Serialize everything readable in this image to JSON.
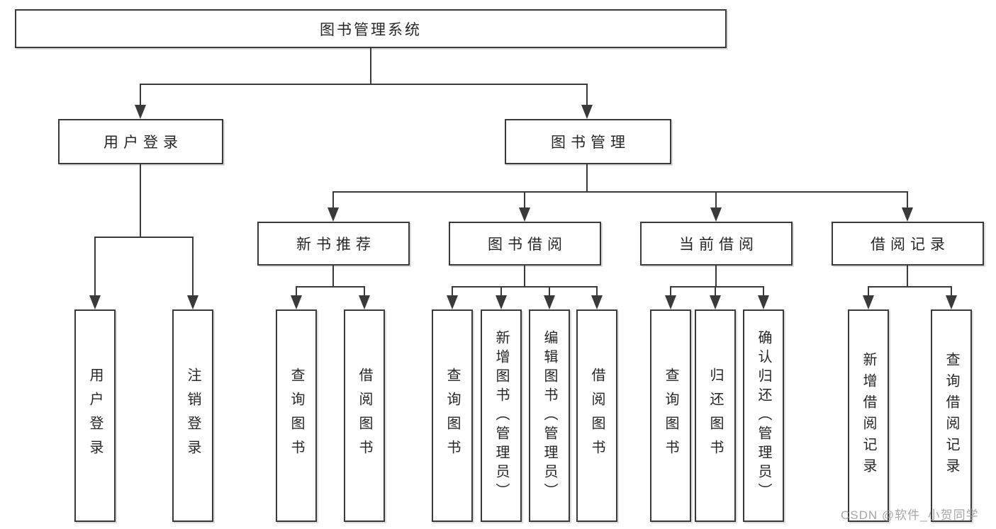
{
  "tree": {
    "root": {
      "label": "图书管理系统"
    },
    "level2": [
      {
        "label": "用户登录"
      },
      {
        "label": "图书管理"
      }
    ],
    "level3": [
      {
        "label": "新书推荐"
      },
      {
        "label": "图书借阅"
      },
      {
        "label": "当前借阅"
      },
      {
        "label": "借阅记录"
      }
    ],
    "leaves": [
      {
        "label": "用户登录"
      },
      {
        "label": "注销登录"
      },
      {
        "label": "查询图书"
      },
      {
        "label": "借阅图书"
      },
      {
        "label": "查询图书"
      },
      {
        "label": "新增图书（管理员）"
      },
      {
        "label": "编辑图书（管理员）"
      },
      {
        "label": "借阅图书"
      },
      {
        "label": "查询图书"
      },
      {
        "label": "归还图书"
      },
      {
        "label": "确认归还（管理员）"
      },
      {
        "label": "新增借阅记录"
      },
      {
        "label": "查询借阅记录"
      }
    ]
  },
  "watermark": {
    "text": "CSDN @软件_小贺同学"
  },
  "colors": {
    "line": "#3a3a3a",
    "text": "#262626",
    "box_fill": "#ffffff",
    "background": "#ffffff",
    "watermark": "#9e9e9e"
  }
}
